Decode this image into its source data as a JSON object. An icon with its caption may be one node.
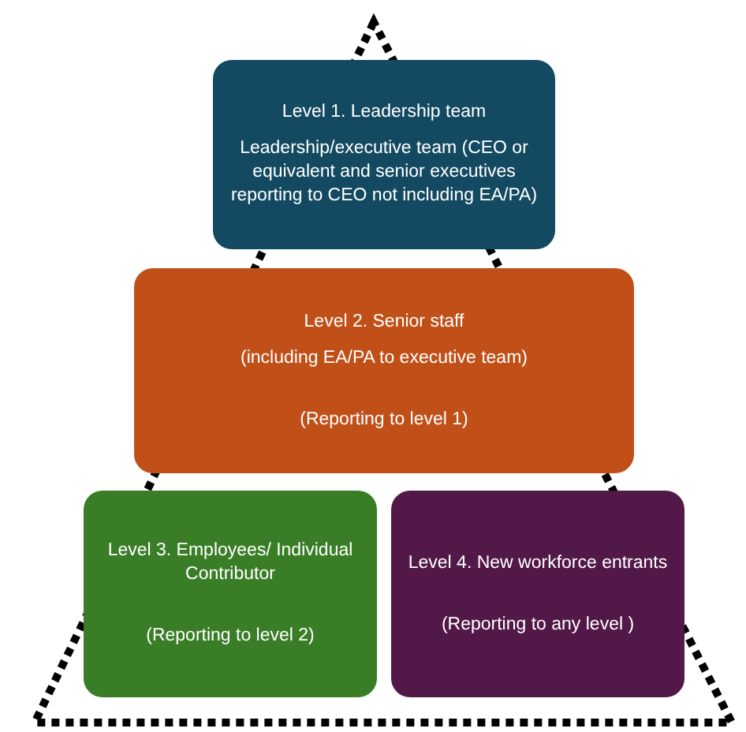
{
  "diagram": {
    "nodes": [
      {
        "text": [
          "Level 1. Leadership team",
          "Leadership/executive team (CEO or equivalent and senior executives reporting to CEO not including EA/PA)"
        ]
      },
      {
        "text": [
          "Level 2. Senior staff",
          "(including EA/PA to executive team)",
          "(Reporting to level 1)"
        ]
      },
      {
        "text": [
          "Level 3. Employees/ Individual Contributor",
          "(Reporting to level 2)"
        ]
      },
      {
        "text": [
          "Level 4. New workforce entrants",
          "(Reporting to any level )"
        ]
      }
    ]
  }
}
